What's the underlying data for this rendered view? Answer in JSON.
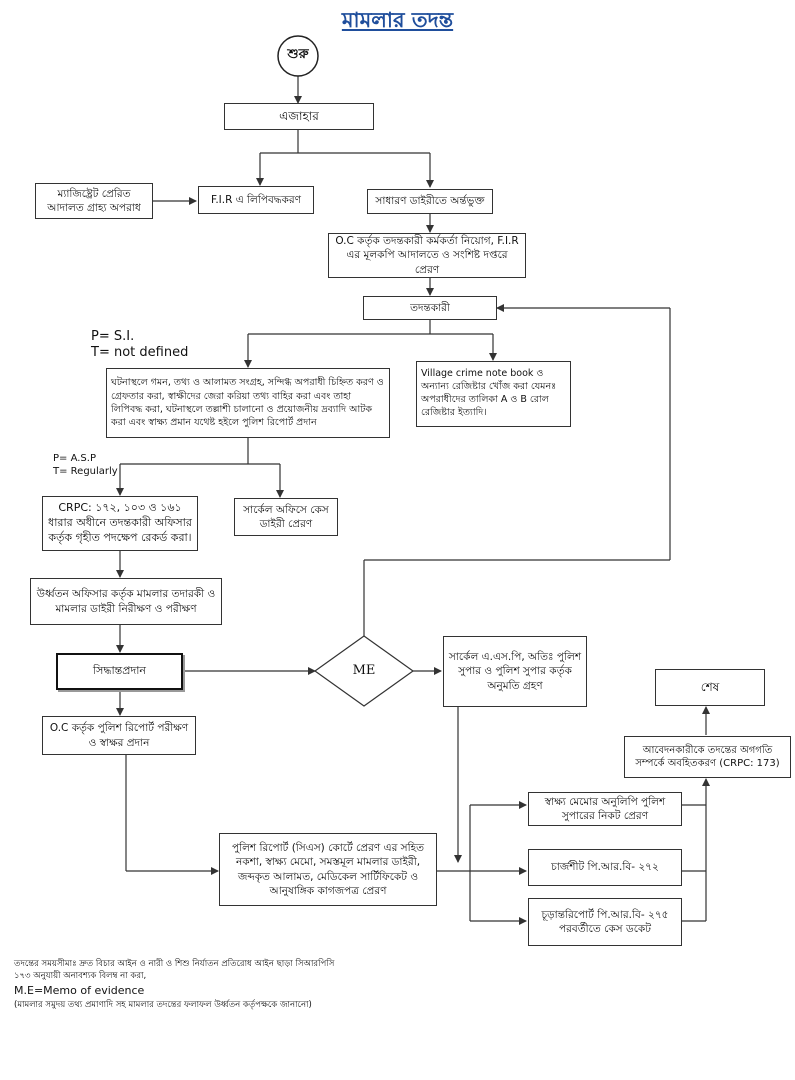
{
  "title": "মামলার তদন্ত",
  "nodes": {
    "start": "শুরু",
    "ejahar": "এজাহার",
    "magistrate": "ম্যাজিষ্ট্রেট প্রেরিত আদালত গ্রাহ্য অপরাধ",
    "fir_record": "F.I.R এ লিপিবদ্ধকরণ",
    "gd_entry": "সাধারণ ডাইরীতে অর্ন্তভুক্ত",
    "oc_appoint": "O.C কর্তৃক তদন্তকারী কর্মকর্তা নিয়োগ, F.I.R এর মূলকপি আদালতে ও সংশিষ্ট দপ্তরে প্রেরণ",
    "investigation": "তদন্তকারী",
    "p_si": "P= S.I.",
    "t_notdefined": "T= not defined",
    "scene_work": "ঘটনাস্থলে গমন, তথ্য ও আলামত সংগ্রহ, সন্দিগ্ধ অপরাধী চিহ্নিত করণ ও গ্রেফতার করা, স্বাক্ষীদের জেরা করিয়া তথ্য বাহির করা এবং তাহা লিপিবদ্ধ করা, ঘটনাস্থলে তল্লাশী চালানো ও প্রয়োজনীয় দ্রব্যাদি আটক করা এবং স্বাক্ষ্য প্রমান যথেষ্ট হইলে পুলিশ রিপোর্ট প্রদান",
    "village_register": "Village crime note book ও অন্যান্য রেজিষ্টার খোঁজ করা যেমনঃ অপরাধীদের তালিকা A ও B রোল রেজিষ্টার ইত্যাদি।",
    "p_asp": "P= A.S.P",
    "t_regularly": "T= Regularly",
    "crpc_record": "CRPC: ১৭২, ১০৩ ও ১৬১ ধারার অধীনে তদন্তকারী অফিসার কর্তৃক গৃহীত পদক্ষেপ রেকর্ড করা।",
    "circle_office": "সার্কেল অফিসে কেস ডাইরী প্রেরণ",
    "supervision": "উর্ধ্বতন অফিসার কর্তৃক মামলার তদারকী ও মামলার ডাইরী নিরীক্ষণ ও পরীক্ষণ",
    "decision": "সিদ্ধান্তপ্রদান",
    "me": "ME",
    "circle_asp": "সার্কেল এ.এস.পি, অতিঃ পুলিশ সুপার ও পুলিশ সুপার কর্তৃক অনুমতি গ্রহণ",
    "oc_sign": "O.C কর্তৃক পুলিশ রিপোর্ট পরীক্ষণ ও স্বাক্ষর প্রদান",
    "send_court": "পুলিশ রিপোর্ট (সিএস) কোর্টে প্রেরণ এর সহিত নকশা, স্বাক্ষ্য মেমো, সমস্তমূল মামলার ডাইরী, জব্দকৃত আলামত, মেডিকেল সার্টিফিকেট ও আনুষাঙ্গিক কাগজপত্র প্রেরণ",
    "memo_copy": "স্বাক্ষ্য মেমোর অনুলিপি পুলিশ সুপারের নিকট প্রেরণ",
    "chargesheet": "চার্জশীট পি.আর.বি- ২৭২",
    "final_report": "চূড়ান্তরিপোর্ট পি.আর.বি- ২৭৫ পরবর্তীতে কেস ডকেট",
    "inform": "আবেদনকারীকে তদন্তের অগগতি সম্পর্কে অবহিতকরণ (CRPC: 173)",
    "end": "শেষ"
  },
  "notes": {
    "line1": "তদন্তের সময়সীমাঃ দ্রুত বিচার আইন ও নারী ও শিশু নির্যাতন প্রতিরোধ আইন ছাড়া সিআরপিসি ১৭৩ অনুযায়ী অনাবশ্যক বিলম্ব না করা,",
    "line2": "M.E=Memo of evidence",
    "line3": "(মামলার সমুদয় তথ্য প্রমাণাদি সহ মামলার তদন্তের ফলাফল উর্ধ্বতন কর্তৃপক্ষকে জানানো)"
  },
  "colors": {
    "title": "#1f4e9c",
    "line": "#333333"
  }
}
